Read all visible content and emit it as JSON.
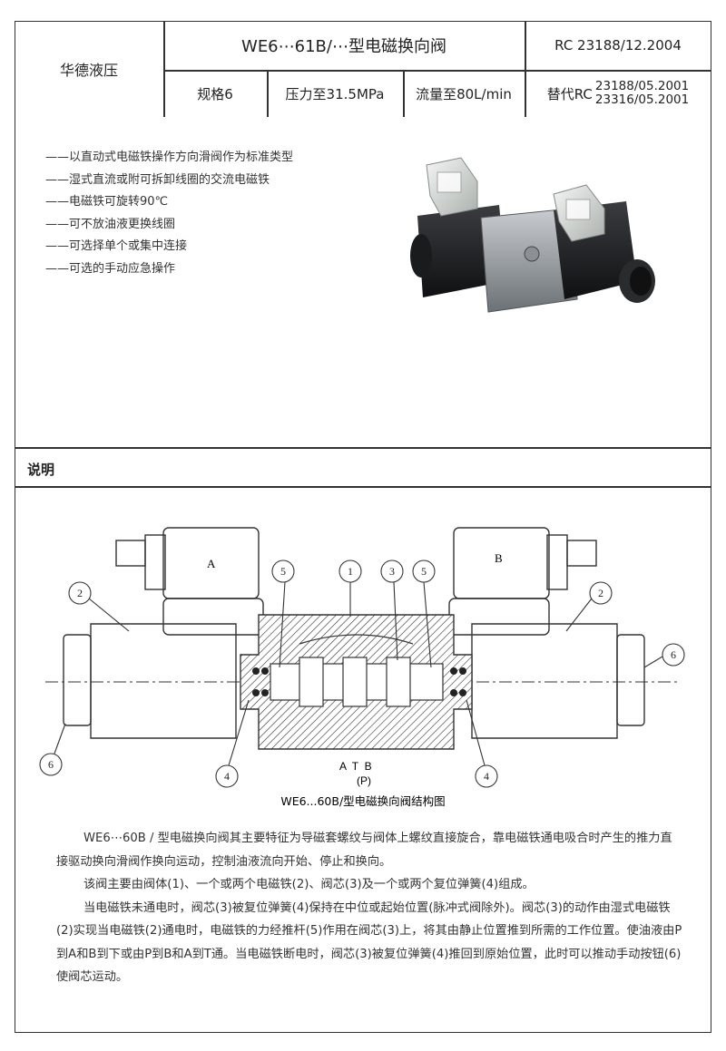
{
  "header": {
    "company": "华德液压",
    "title": "WE6⋯61B/⋯型电磁换向阀",
    "doc_code": "RC 23188/12.2004",
    "spec": "规格6",
    "pressure": "压力至31.5MPa",
    "flow": "流量至80L/min",
    "replace_label": "替代RC",
    "replace_1": "23188/05.2001",
    "replace_2": "23316/05.2001"
  },
  "features": [
    "——以直动式电磁铁操作方向滑阀作为标准类型",
    "——湿式直流或附可拆卸线圈的交流电磁铁",
    "——电磁铁可旋转90℃",
    "——可不放油液更换线圈",
    "——可选择单个或集中连接",
    "——可选的手动应急操作"
  ],
  "section_title": "说明",
  "diagram": {
    "caption": "WE6...60B/型电磁换向阀结构图",
    "coil_a": "A",
    "coil_b": "B",
    "ports": "A  T  B",
    "port_p": "(P)",
    "callouts": [
      "1",
      "2",
      "2",
      "3",
      "4",
      "4",
      "5",
      "5",
      "6",
      "6"
    ]
  },
  "description": [
    "WE6⋯60B / 型电磁换向阀其主要特征为导磁套螺纹与阀体上螺纹直接旋合，靠电磁铁通电吸合时产生的推力直接驱动换向滑阀作换向运动，控制油液流向开始、停止和换向。",
    "该阀主要由阀体(1)、一个或两个电磁铁(2)、阀芯(3)及一个或两个复位弹簧(4)组成。",
    "当电磁铁未通电时，阀芯(3)被复位弹簧(4)保持在中位或起始位置(脉冲式阀除外)。阀芯(3)的动作由湿式电磁铁(2)实现当电磁铁(2)通电时，电磁铁的力经推杆(5)作用在阀芯(3)上，将其由静止位置推到所需的工作位置。使油液由P到A和B到下或由P到B和A到T通。当电磁铁断电时，阀芯(3)被复位弹簧(4)推回到原始位置，此时可以推动手动按钮(6)使阀芯运动。"
  ],
  "colors": {
    "border": "#333333",
    "text": "#222222",
    "body_block": "#5a5f63",
    "photo_dark": "#1e1f21"
  }
}
